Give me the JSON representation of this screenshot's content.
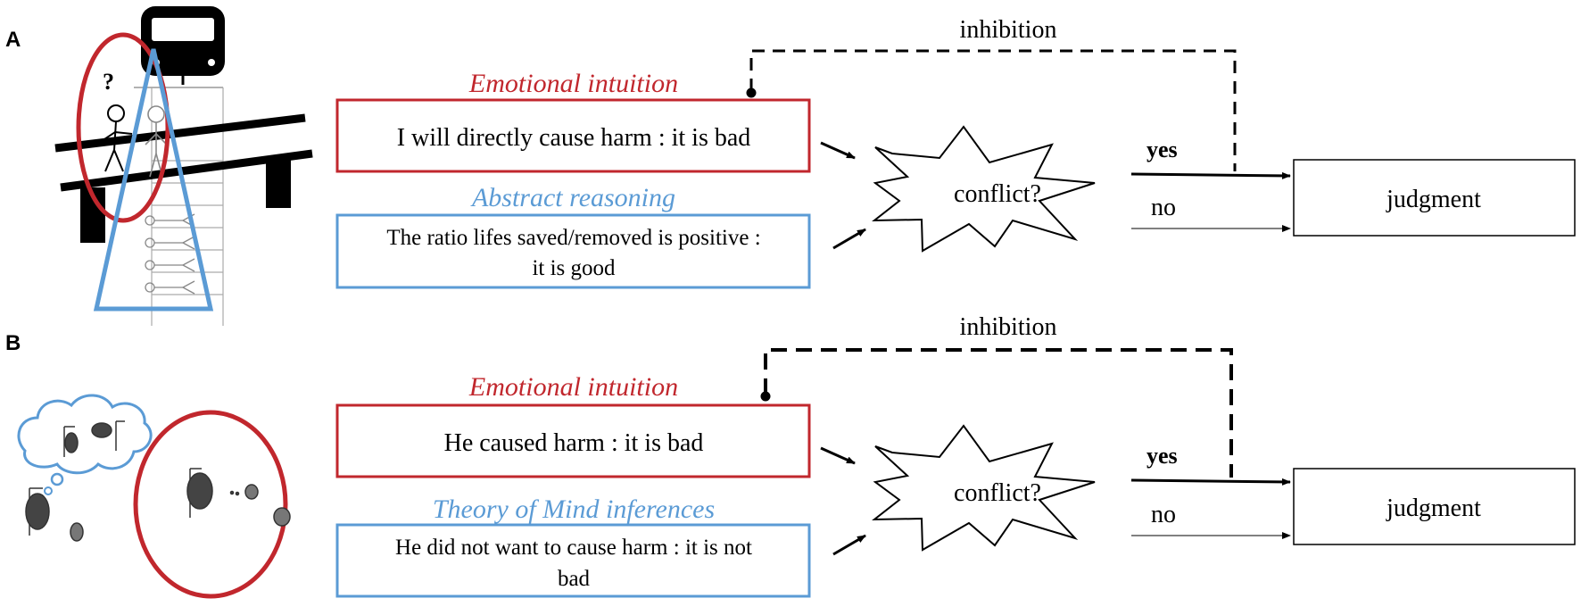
{
  "panels": [
    {
      "letter": "A",
      "question_mark": "?",
      "emotional_label": "Emotional intuition",
      "emotional_text": "I will directly cause harm : it is bad",
      "reasoning_label": "Abstract reasoning",
      "reasoning_lines": [
        "The ratio lifes saved/removed is positive :",
        "it is good"
      ],
      "conflict": "conflict?",
      "inhibition": "inhibition",
      "yes": "yes",
      "no": "no",
      "judgment": "judgment"
    },
    {
      "letter": "B",
      "emotional_label": "Emotional intuition",
      "emotional_text": "He caused harm : it is bad",
      "reasoning_label": "Theory of Mind inferences",
      "reasoning_lines": [
        "He did not want to cause harm : it is not",
        "bad"
      ],
      "conflict": "conflict?",
      "inhibition": "inhibition",
      "yes": "yes",
      "no": "no",
      "judgment": "judgment"
    }
  ],
  "colors": {
    "red": "#c1272d",
    "blue": "#5b9bd5",
    "black": "#000000"
  }
}
